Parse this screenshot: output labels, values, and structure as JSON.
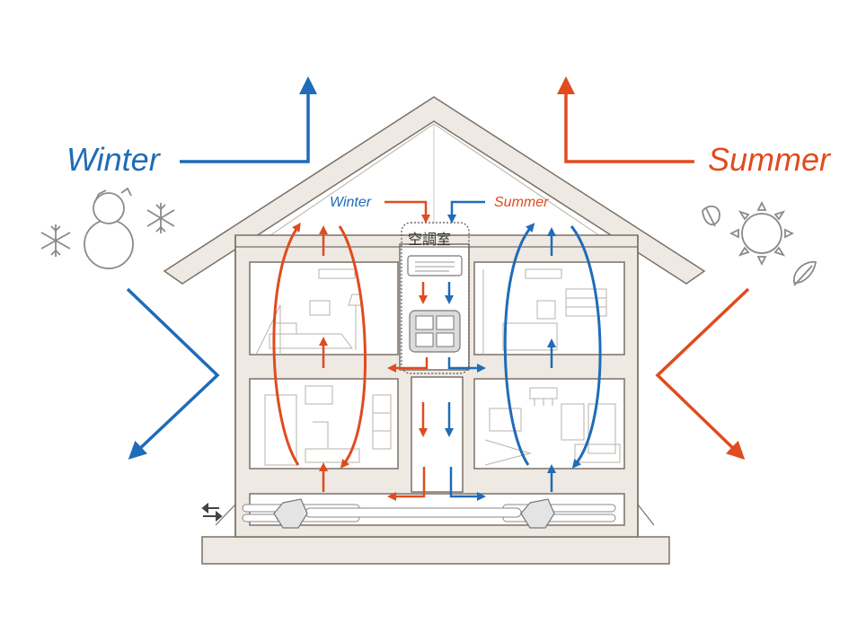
{
  "labels": {
    "winter_main": "Winter",
    "summer_main": "Summer",
    "winter_small": "Winter",
    "summer_small": "Summer",
    "ac_room": "空調室"
  },
  "colors": {
    "winter": "#1f6cb8",
    "summer": "#e04b1f",
    "structure_fill": "#eee9e2",
    "structure_stroke": "#7a7068",
    "sketch": "#b9b2aa"
  },
  "icons": {
    "winter_side": [
      "snowflake-icon",
      "snowman-icon",
      "snowflake-icon"
    ],
    "summer_side": [
      "leaf-icon",
      "sun-icon",
      "leaf-icon"
    ],
    "equipment": [
      "air-conditioner-icon",
      "vent-grille-icon",
      "ventilation-unit-icon",
      "ventilation-unit-icon",
      "intake-exhaust-icon"
    ]
  }
}
